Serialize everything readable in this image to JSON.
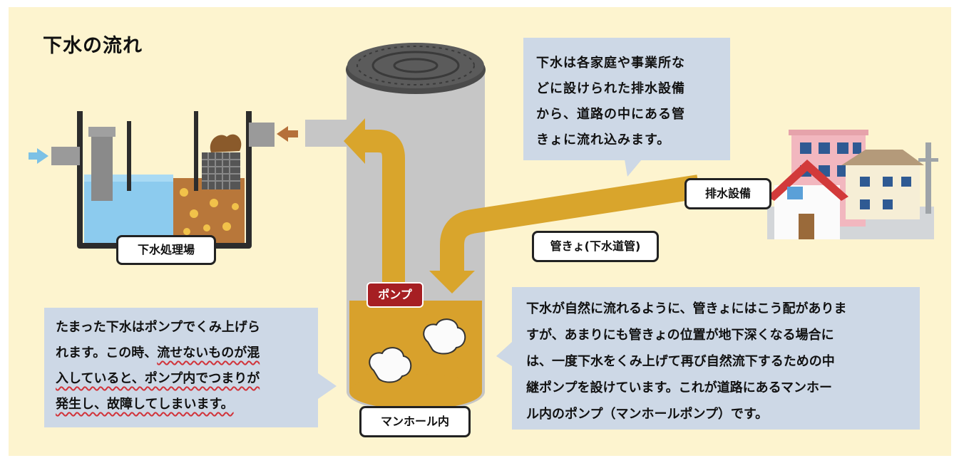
{
  "title": "下水の流れ",
  "labels": {
    "treatment_plant": "下水処理場",
    "drain_equipment": "排水設備",
    "sewer_pipe": "管きょ(下水道管)",
    "pump": "ポンプ",
    "manhole_inside": "マンホール内"
  },
  "bubble_top": {
    "lines": [
      "下水は各家庭や事業所な",
      "どに設けられた排水設備",
      "から、道路の中にある管",
      "きょに流れ込みます。"
    ]
  },
  "bubble_right": {
    "lines": [
      "下水が自然に流れるように、管きょにはこう配がありま",
      "すが、あまりにも管きょの位置が地下深くなる場合に",
      "は、一度下水をくみ上げて再び自然流下するための中",
      "継ポンプを設けています。これが道路にあるマンホー",
      "ル内のポンプ（マンホールポンプ）です。"
    ]
  },
  "bubble_left": {
    "line1": "たまった下水はポンプでくみ上げら",
    "line2_plain": "れます。この時、",
    "line2_underlined": "流せないものが混",
    "line3_underlined": "入していると、ポンプ内でつまりが",
    "line4_underlined": "発生し、故障してしまいます。"
  },
  "colors": {
    "background": "#fdf4cf",
    "pipe_flow": "#d9a52c",
    "manhole": "#c6c6c6",
    "bubble": "#cdd8e6",
    "pump_badge": "#a61f23",
    "underline": "#d1333a"
  }
}
